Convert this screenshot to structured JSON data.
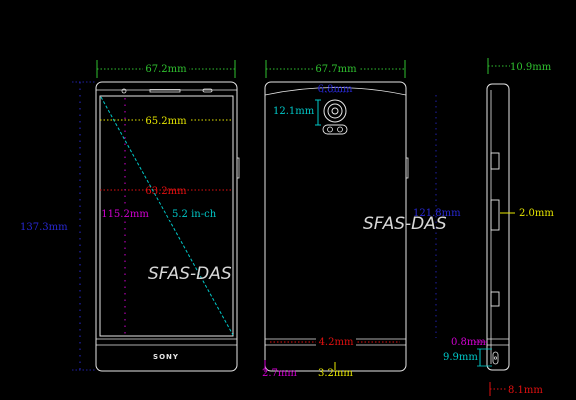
{
  "colors": {
    "outline": "#e6e6e6",
    "green": "#2fc12f",
    "yellow": "#e6e600",
    "blue": "#2828d2",
    "cyan": "#00c8c8",
    "red": "#e01010",
    "magenta": "#d200d2",
    "watermark": "#d8d8d8"
  },
  "front": {
    "width": "67.2mm",
    "screen_width": "65.2mm",
    "screen_inner_width": "63.2mm",
    "height": "137.3mm",
    "screen_height": "115.2mm",
    "diagonal": "5.2 in-ch",
    "brand": "SONY",
    "watermark": "SFAS-DAS"
  },
  "back": {
    "width": "67.7mm",
    "camera_width": "6.8mm",
    "camera_height": "12.1mm",
    "height": "121.8mm",
    "bottom_band": "4.2mm",
    "bottom_left": "2.7mm",
    "bottom_offset": "3.2mm",
    "watermark": "SFAS-DAS"
  },
  "side": {
    "depth": "10.9mm",
    "button_width": "2.0mm",
    "edge_band": "0.8mm",
    "connector": "9.9mm",
    "bottom_depth": "8.1mm"
  }
}
